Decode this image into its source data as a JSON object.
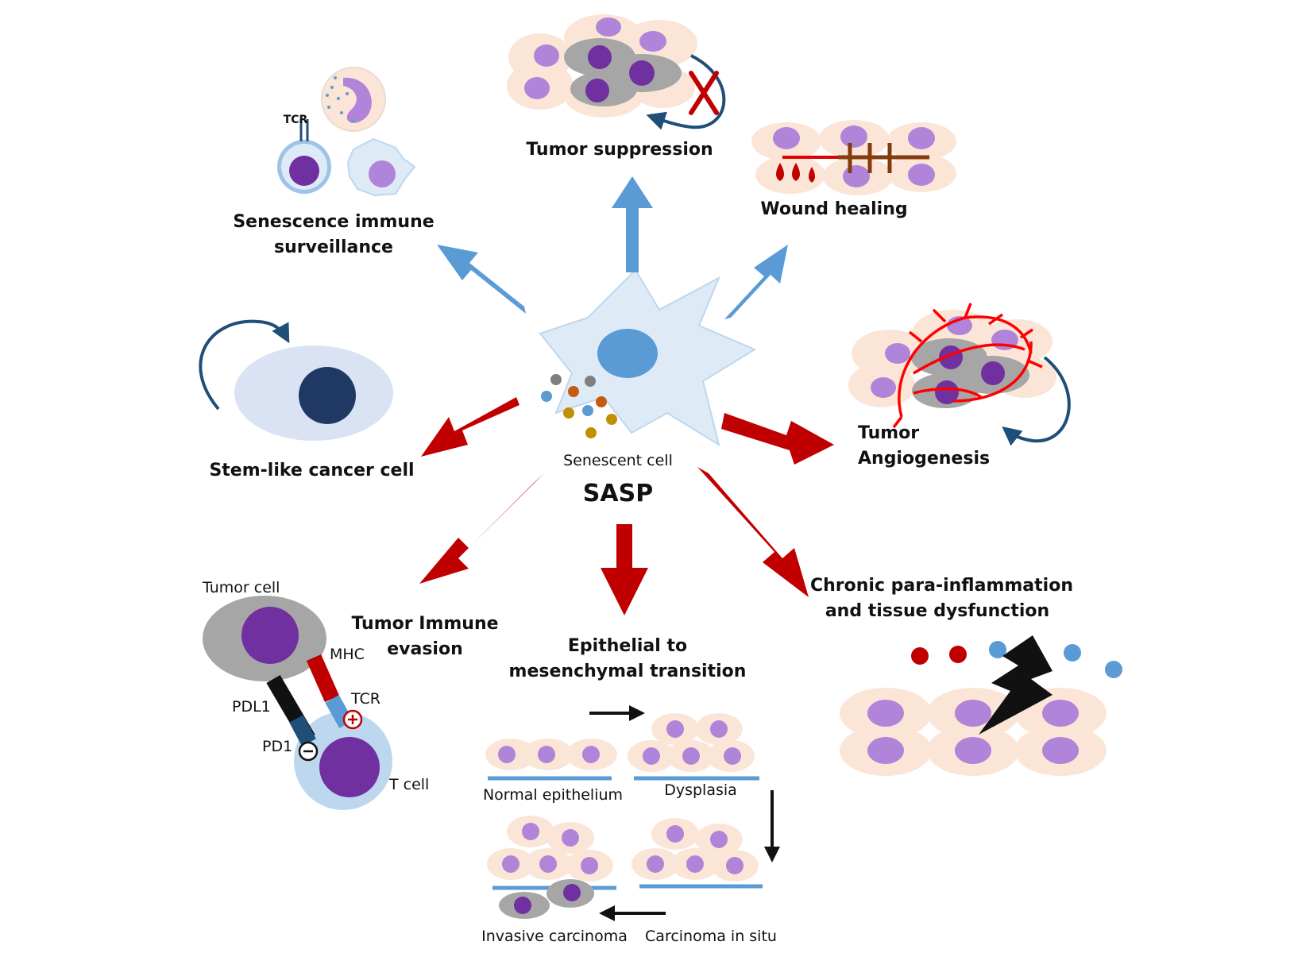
{
  "center": {
    "title": "Senescent cell",
    "subtitle": "SASP"
  },
  "outcomes": {
    "tumor_suppression": "Tumor suppression",
    "wound_healing": "Wound healing",
    "immune_surveillance_line1": "Senescence immune",
    "immune_surveillance_line2": "surveillance",
    "stem_like": "Stem-like cancer cell",
    "angiogenesis_line1": "Tumor",
    "angiogenesis_line2": "Angiogenesis",
    "immune_evasion_line1": "Tumor Immune",
    "immune_evasion_line2": "evasion",
    "emt_line1": "Epithelial to",
    "emt_line2": "mesenchymal transition",
    "inflammation_line1": "Chronic para-inflammation",
    "inflammation_line2": "and tissue dysfunction"
  },
  "small_labels": {
    "tcr_top": "TCR",
    "tumor_cell": "Tumor cell",
    "mhc": "MHC",
    "tcr": "TCR",
    "pdl1": "PDL1",
    "pd1": "PD1",
    "t_cell": "T cell",
    "normal_epithelium": "Normal epithelium",
    "dysplasia": "Dysplasia",
    "invasive_carcinoma": "Invasive carcinoma",
    "carcinoma_in_situ": "Carcinoma in situ"
  },
  "colors": {
    "beneficial_arrow": "#5b9bd5",
    "detrimental_arrow": "#c00000",
    "cell_peach": "#fbe5d6",
    "nucleus_violet": "#b084d8",
    "nucleus_dark": "#7030a0",
    "stem_navy": "#1f3864",
    "grey_cell": "#a6a6a6"
  }
}
